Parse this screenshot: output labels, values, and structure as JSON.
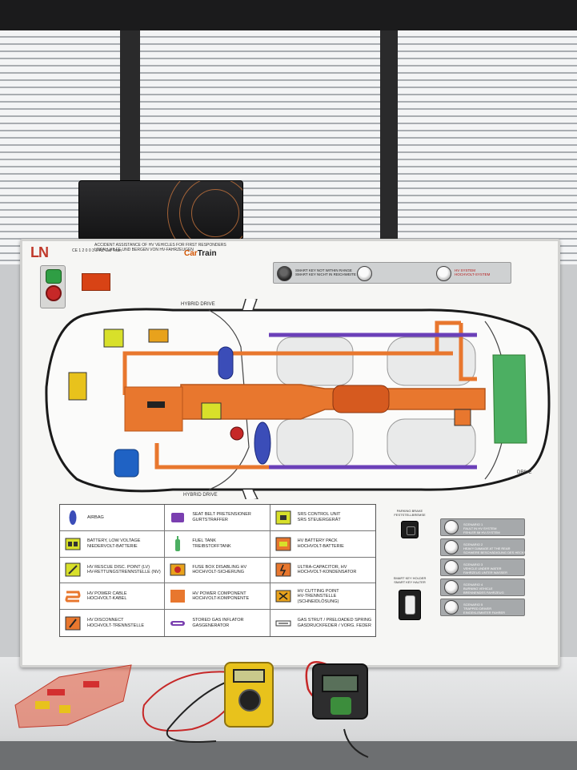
{
  "board": {
    "logo": "LN",
    "catalog_no": "CE 1 2 0 0 3 3-AZ  Car Train",
    "title_en": "ACCIDENT ASSISTANCE OF HV VEHICLES FOR FIRST RESPONDERS",
    "title_de": "UNFALLHILFE UND BERGEN VON HV-FAHRZEUGEN",
    "brand_prefix": "Car",
    "brand_suffix": "Train"
  },
  "key_panel": {
    "knob1_text": "SMART KEY NOT WITHIN RANGE\nSMART KEY NICHT IN REICHWEITE",
    "knob3_text": "HV SYSTEM\nHOCHVOLT-SYSTEM"
  },
  "diagram": {
    "hybrid_drive_label": "HYBRID DRIVE",
    "drive_word": "DRIVE",
    "hybrid_word": "HYBRID"
  },
  "legend": [
    {
      "icon": "airbag-icon",
      "text": "AIRBAG"
    },
    {
      "icon": "seatbelt-pretensioner-icon",
      "text": "SEAT BELT PRETENSIONER\nGURTSTRAFFER"
    },
    {
      "icon": "srs-control-unit-icon",
      "text": "SRS CONTROL UNIT\nSRS STEUERGERÄT"
    },
    {
      "icon": "battery-low-voltage-icon",
      "text": "BATTERY, LOW VOLTAGE\nNIEDERVOLT-BATTERIE"
    },
    {
      "icon": "fuel-tank-icon",
      "text": "FUEL TANK\nTREIBSTOFFTANK"
    },
    {
      "icon": "hv-battery-pack-icon",
      "text": "HV BATTERY PACK\nHOCHVOLT-BATTERIE"
    },
    {
      "icon": "hv-rescue-disc-point-icon",
      "text": "HV RESCUE DISC. POINT (LV)\nHV-RETTUNGSTRENNSTELLE (NV)"
    },
    {
      "icon": "fuse-box-icon",
      "text": "FUSE BOX DISABLING HV\nHOCHVOLT-SICHERUNG"
    },
    {
      "icon": "ultra-capacitor-icon",
      "text": "ULTRA-CAPACITOR, HV\nHOCHVOLT-KONDENSATOR"
    },
    {
      "icon": "hv-power-cable-icon",
      "text": "HV POWER CABLE\nHOCHVOLT-KABEL"
    },
    {
      "icon": "hv-power-component-icon",
      "text": "HV POWER COMPONENT\nHOCHVOLT-KOMPONENTE"
    },
    {
      "icon": "hv-cutting-point-icon",
      "text": "HV CUTTING POINT\nHV-TRENNSTELLE (SCHNEIDLÖSUNG)"
    },
    {
      "icon": "hv-disconnect-icon",
      "text": "HV DISCONNECT\nHOCHVOLT-TRENNSTELLE"
    },
    {
      "icon": "stored-gas-inflator-icon",
      "text": "STORED GAS INFLATOR\nGASGENERATOR"
    },
    {
      "icon": "gas-strut-icon",
      "text": "GAS STRUT / PRELOADED SPRING\nGASDRUCKFEDER / VORG. FEDER"
    }
  ],
  "controls": {
    "parking_brake_label": "PARKING BRAKE\nFESTSTELLBREMSE",
    "smart_key_holder_label": "SMART KEY HOLDER\nSMART KEY HALTER"
  },
  "scenarios": [
    {
      "text": "SCENARIO 1\nFAULT IN HV SYSTEM\nFEHLER IM HV-SYSTEM"
    },
    {
      "text": "SCENARIO 2\nHEAVY DAMAGE AT THE REAR\nSCHWERE BESCHÄDIGUNG DES HECKS"
    },
    {
      "text": "SCENARIO 3\nVEHICLE UNDER WATER\nFAHRZEUG UNTER WASSER"
    },
    {
      "text": "SCENARIO 4\nBURNING VEHICLE\nBRENNENDES FAHRZEUG"
    },
    {
      "text": "SCENARIO 5\nTRAPPED DRIVER\nEINGEKLEMMTER FAHRER"
    }
  ],
  "colors": {
    "hv_orange": "#e8772e",
    "airbag_blue": "#3b4db8",
    "seatbelt_purple": "#7a3fb0",
    "srs_yellow": "#d8e02a",
    "fuel_green": "#4caf62"
  }
}
